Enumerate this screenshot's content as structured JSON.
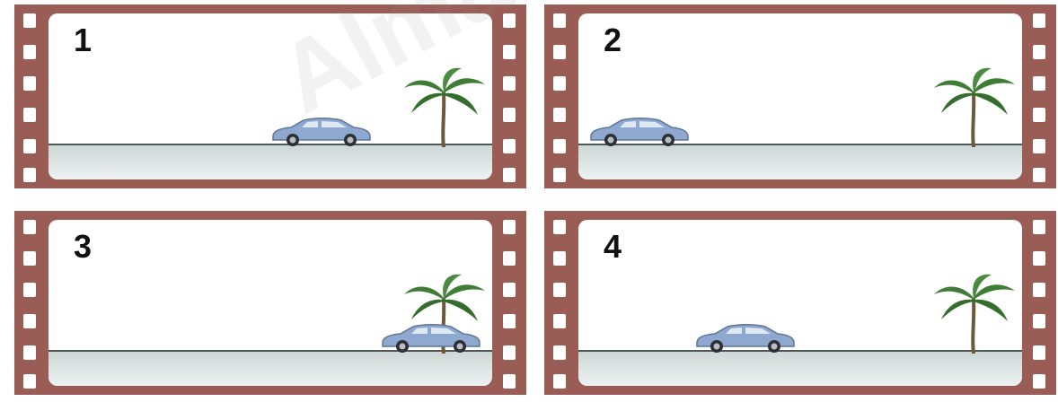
{
  "frames": [
    {
      "number": "1"
    },
    {
      "number": "2"
    },
    {
      "number": "3"
    },
    {
      "number": "4"
    }
  ],
  "icons": {
    "car": "car-icon",
    "tree": "palm-tree-icon"
  },
  "colors": {
    "film": "#9a5d55",
    "ground_line": "#4e5758",
    "car_body": "#8fa8cf"
  },
  "watermark": "Almanahj.com"
}
